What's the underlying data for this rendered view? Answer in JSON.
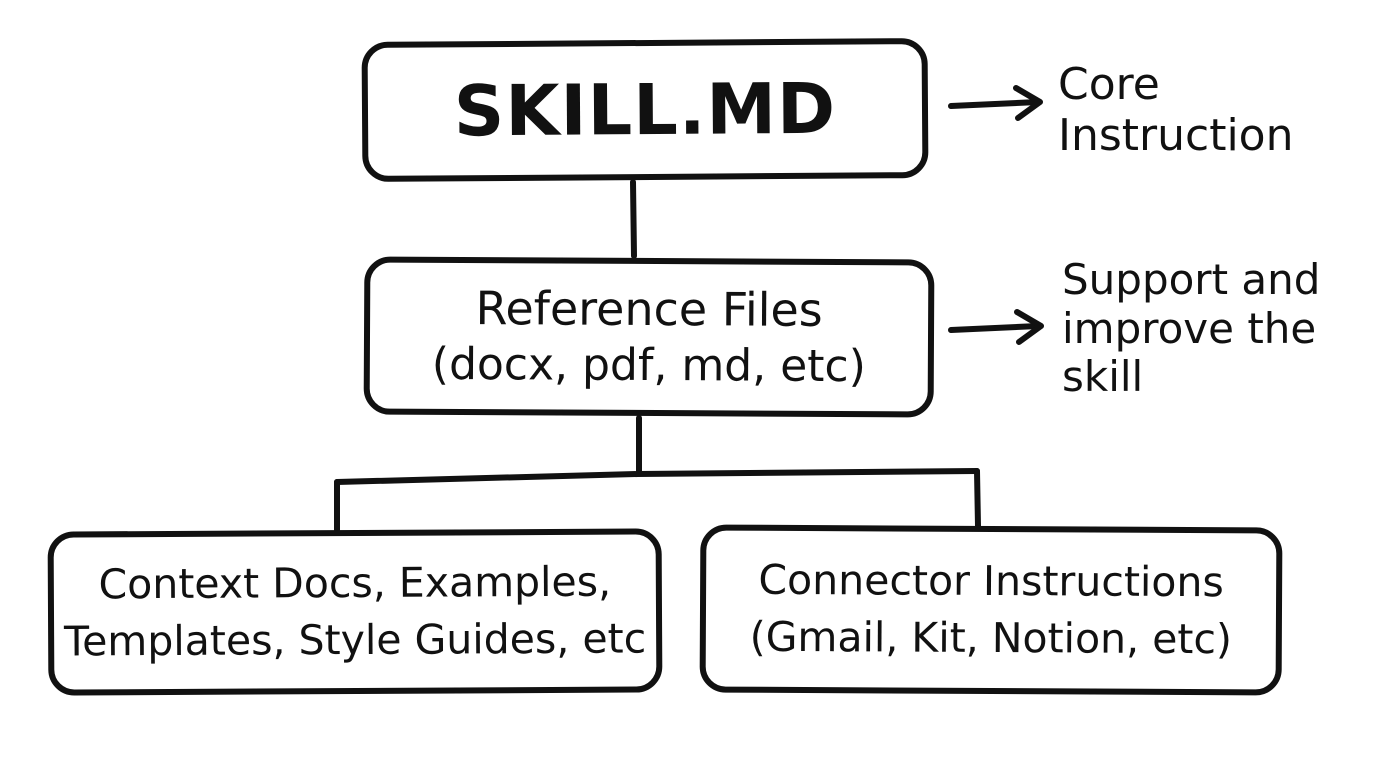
{
  "diagram": {
    "root": {
      "title": "SKILL.MD",
      "note": [
        "Core",
        "Instruction"
      ]
    },
    "reference": {
      "line1": "Reference Files",
      "line2": "(docx, pdf, md, etc)",
      "note": [
        "Support and",
        "improve the",
        "skill"
      ]
    },
    "leaves": [
      {
        "line1": "Context Docs, Examples,",
        "line2": "Templates, Style Guides, etc"
      },
      {
        "line1": "Connector Instructions",
        "line2": "(Gmail, Kit, Notion, etc)"
      }
    ]
  }
}
